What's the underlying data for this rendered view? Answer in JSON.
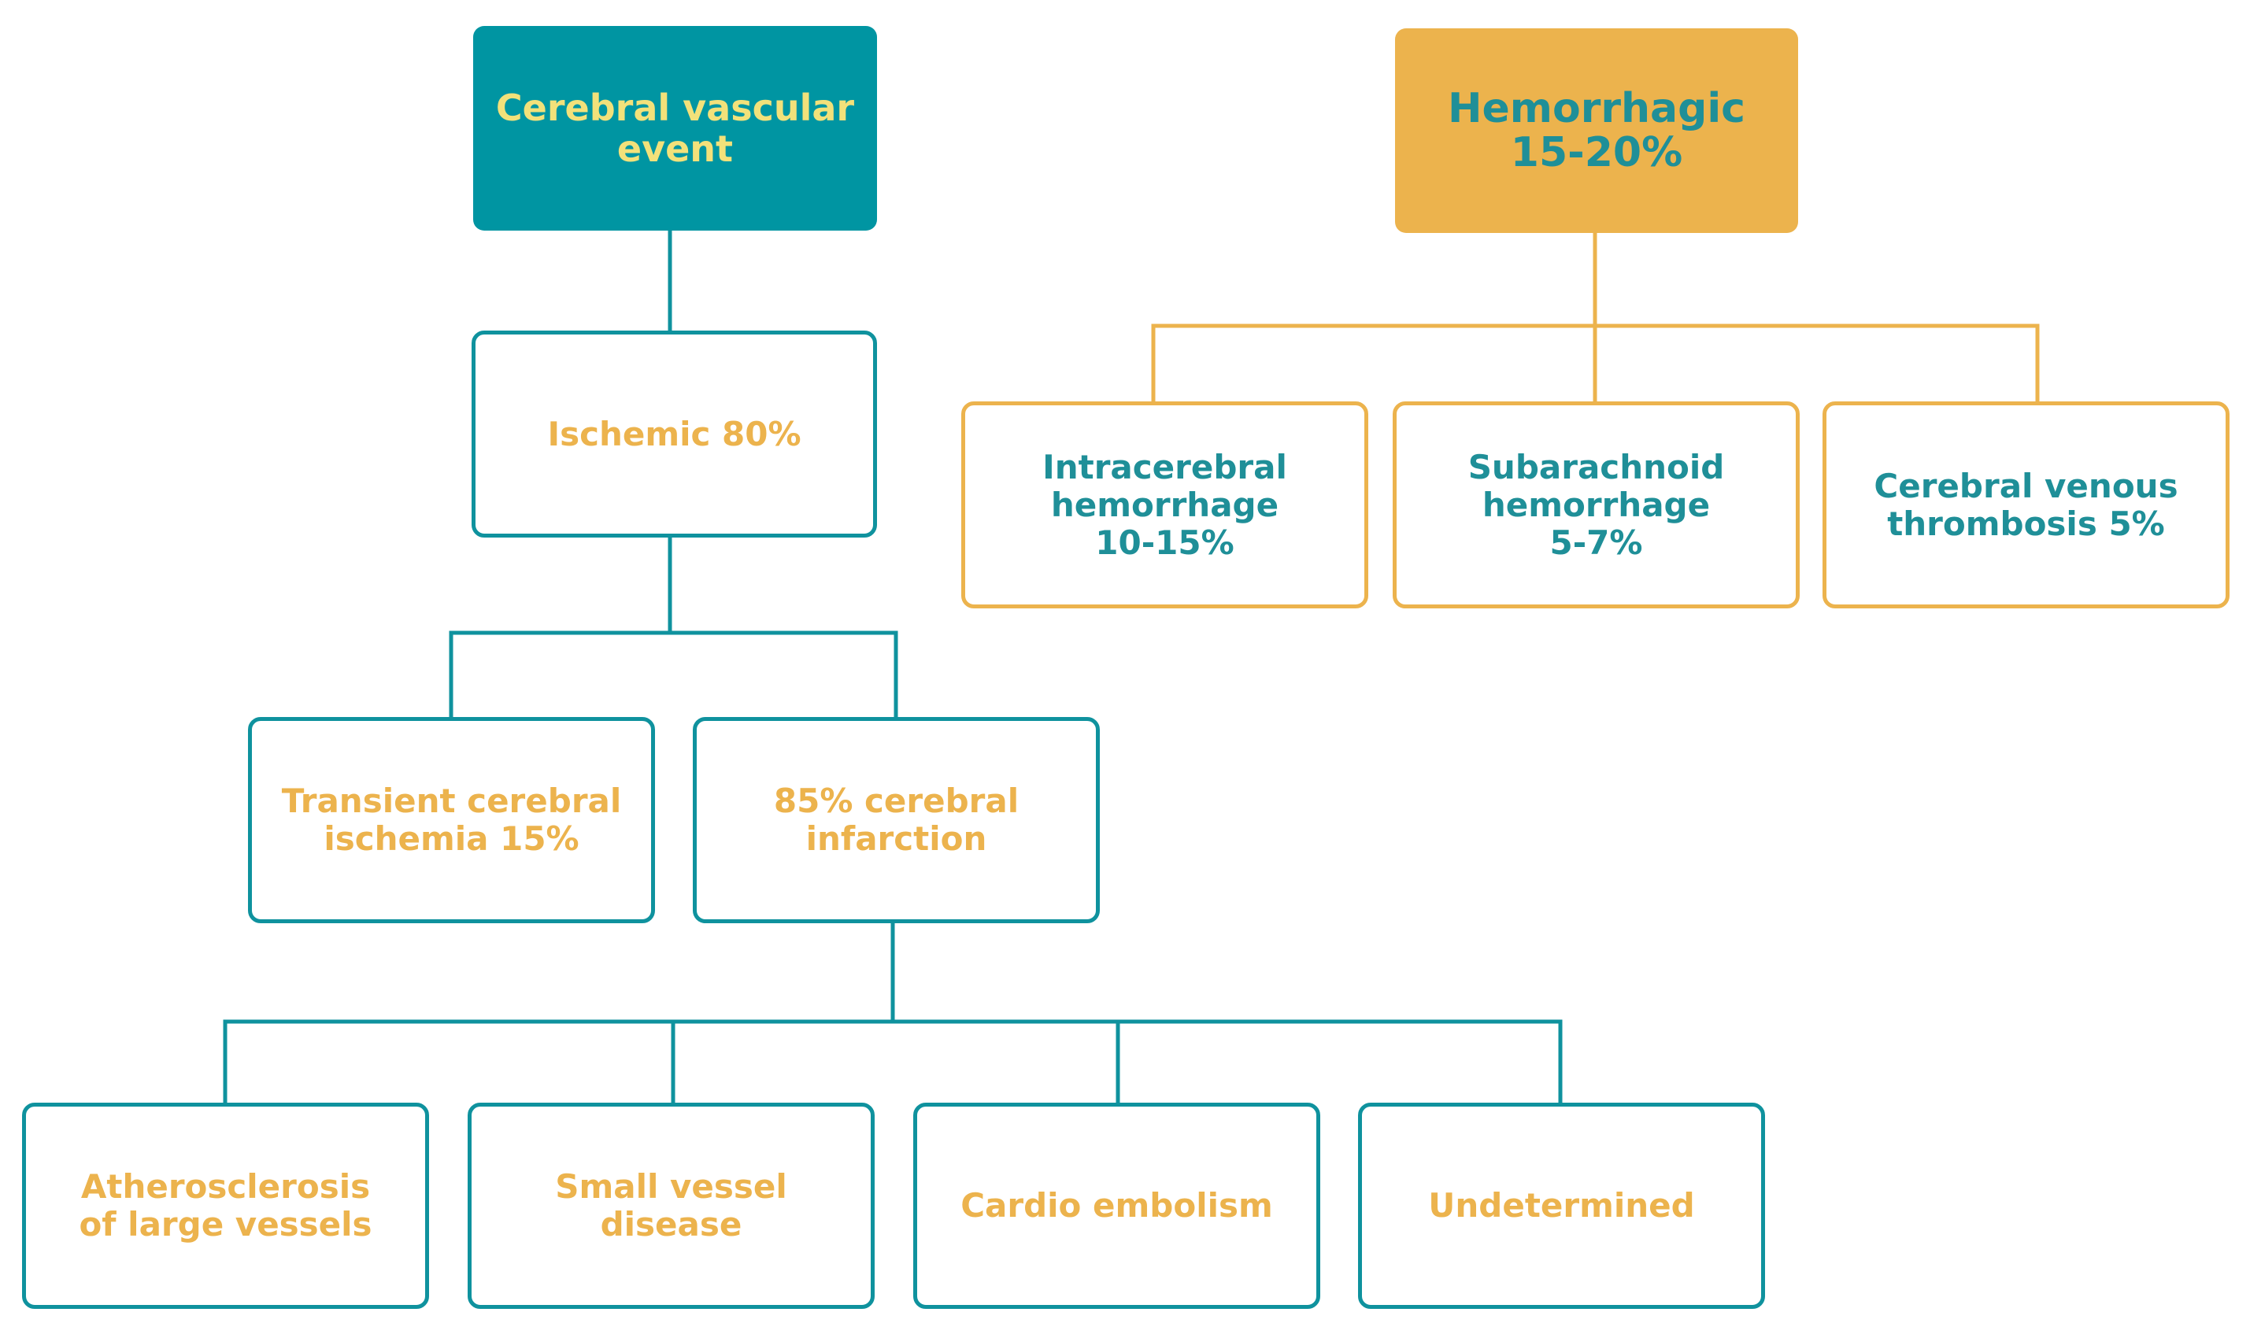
{
  "colors": {
    "teal": "#0f929e",
    "teal_fill": "#0095a2",
    "gold": "#ecb34d",
    "yellow_text": "#f2e17a",
    "teal_text": "#1f8f98"
  },
  "nodes": {
    "cve": "Cerebral vascular\nevent",
    "ischemic": "Ischemic 80%",
    "tia": "Transient cerebral\nischemia 15%",
    "infarction": "85% cerebral\ninfarction",
    "athero": "Atherosclerosis\nof large vessels",
    "small_vessel": "Small vessel\ndisease",
    "cardio": "Cardio embolism",
    "undetermined": "Undetermined",
    "hemorrhagic": "Hemorrhagic\n15-20%",
    "intracerebral": "Intracerebral\nhemorrhage\n10-15%",
    "subarachnoid": "Subarachnoid\nhemorrhage\n5-7%",
    "venous": "Cerebral venous\nthrombosis 5%"
  }
}
